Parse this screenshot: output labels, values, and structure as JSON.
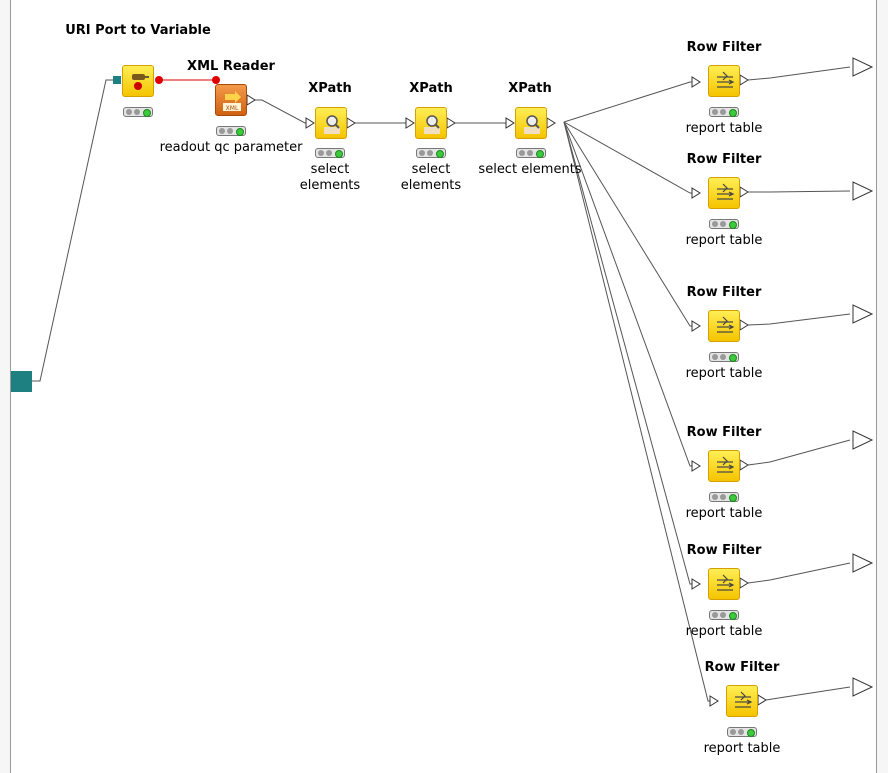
{
  "colors": {
    "node": "#f5c400",
    "reader": "#d0600f",
    "port": "#1e8080",
    "flow_var": "#e00000"
  },
  "nodes": {
    "uri_port": {
      "title": "URI Port to Variable",
      "icon": "flow-variable-icon"
    },
    "xml_reader": {
      "title": "XML Reader",
      "label": "readout qc parameter",
      "icon": "xml-icon"
    },
    "xpath1": {
      "title": "XPath",
      "label": "select elements",
      "icon": "xml-search-icon"
    },
    "xpath2": {
      "title": "XPath",
      "label": "select elements",
      "icon": "xml-search-icon"
    },
    "xpath3": {
      "title": "XPath",
      "label": "select elements",
      "icon": "xml-search-icon"
    },
    "filters": [
      {
        "title": "Row Filter",
        "label": "report table"
      },
      {
        "title": "Row Filter",
        "label": "report table"
      },
      {
        "title": "Row Filter",
        "label": "report table"
      },
      {
        "title": "Row Filter",
        "label": "report table"
      },
      {
        "title": "Row Filter",
        "label": "report table"
      },
      {
        "title": "Row Filter",
        "label": "report table"
      }
    ]
  }
}
